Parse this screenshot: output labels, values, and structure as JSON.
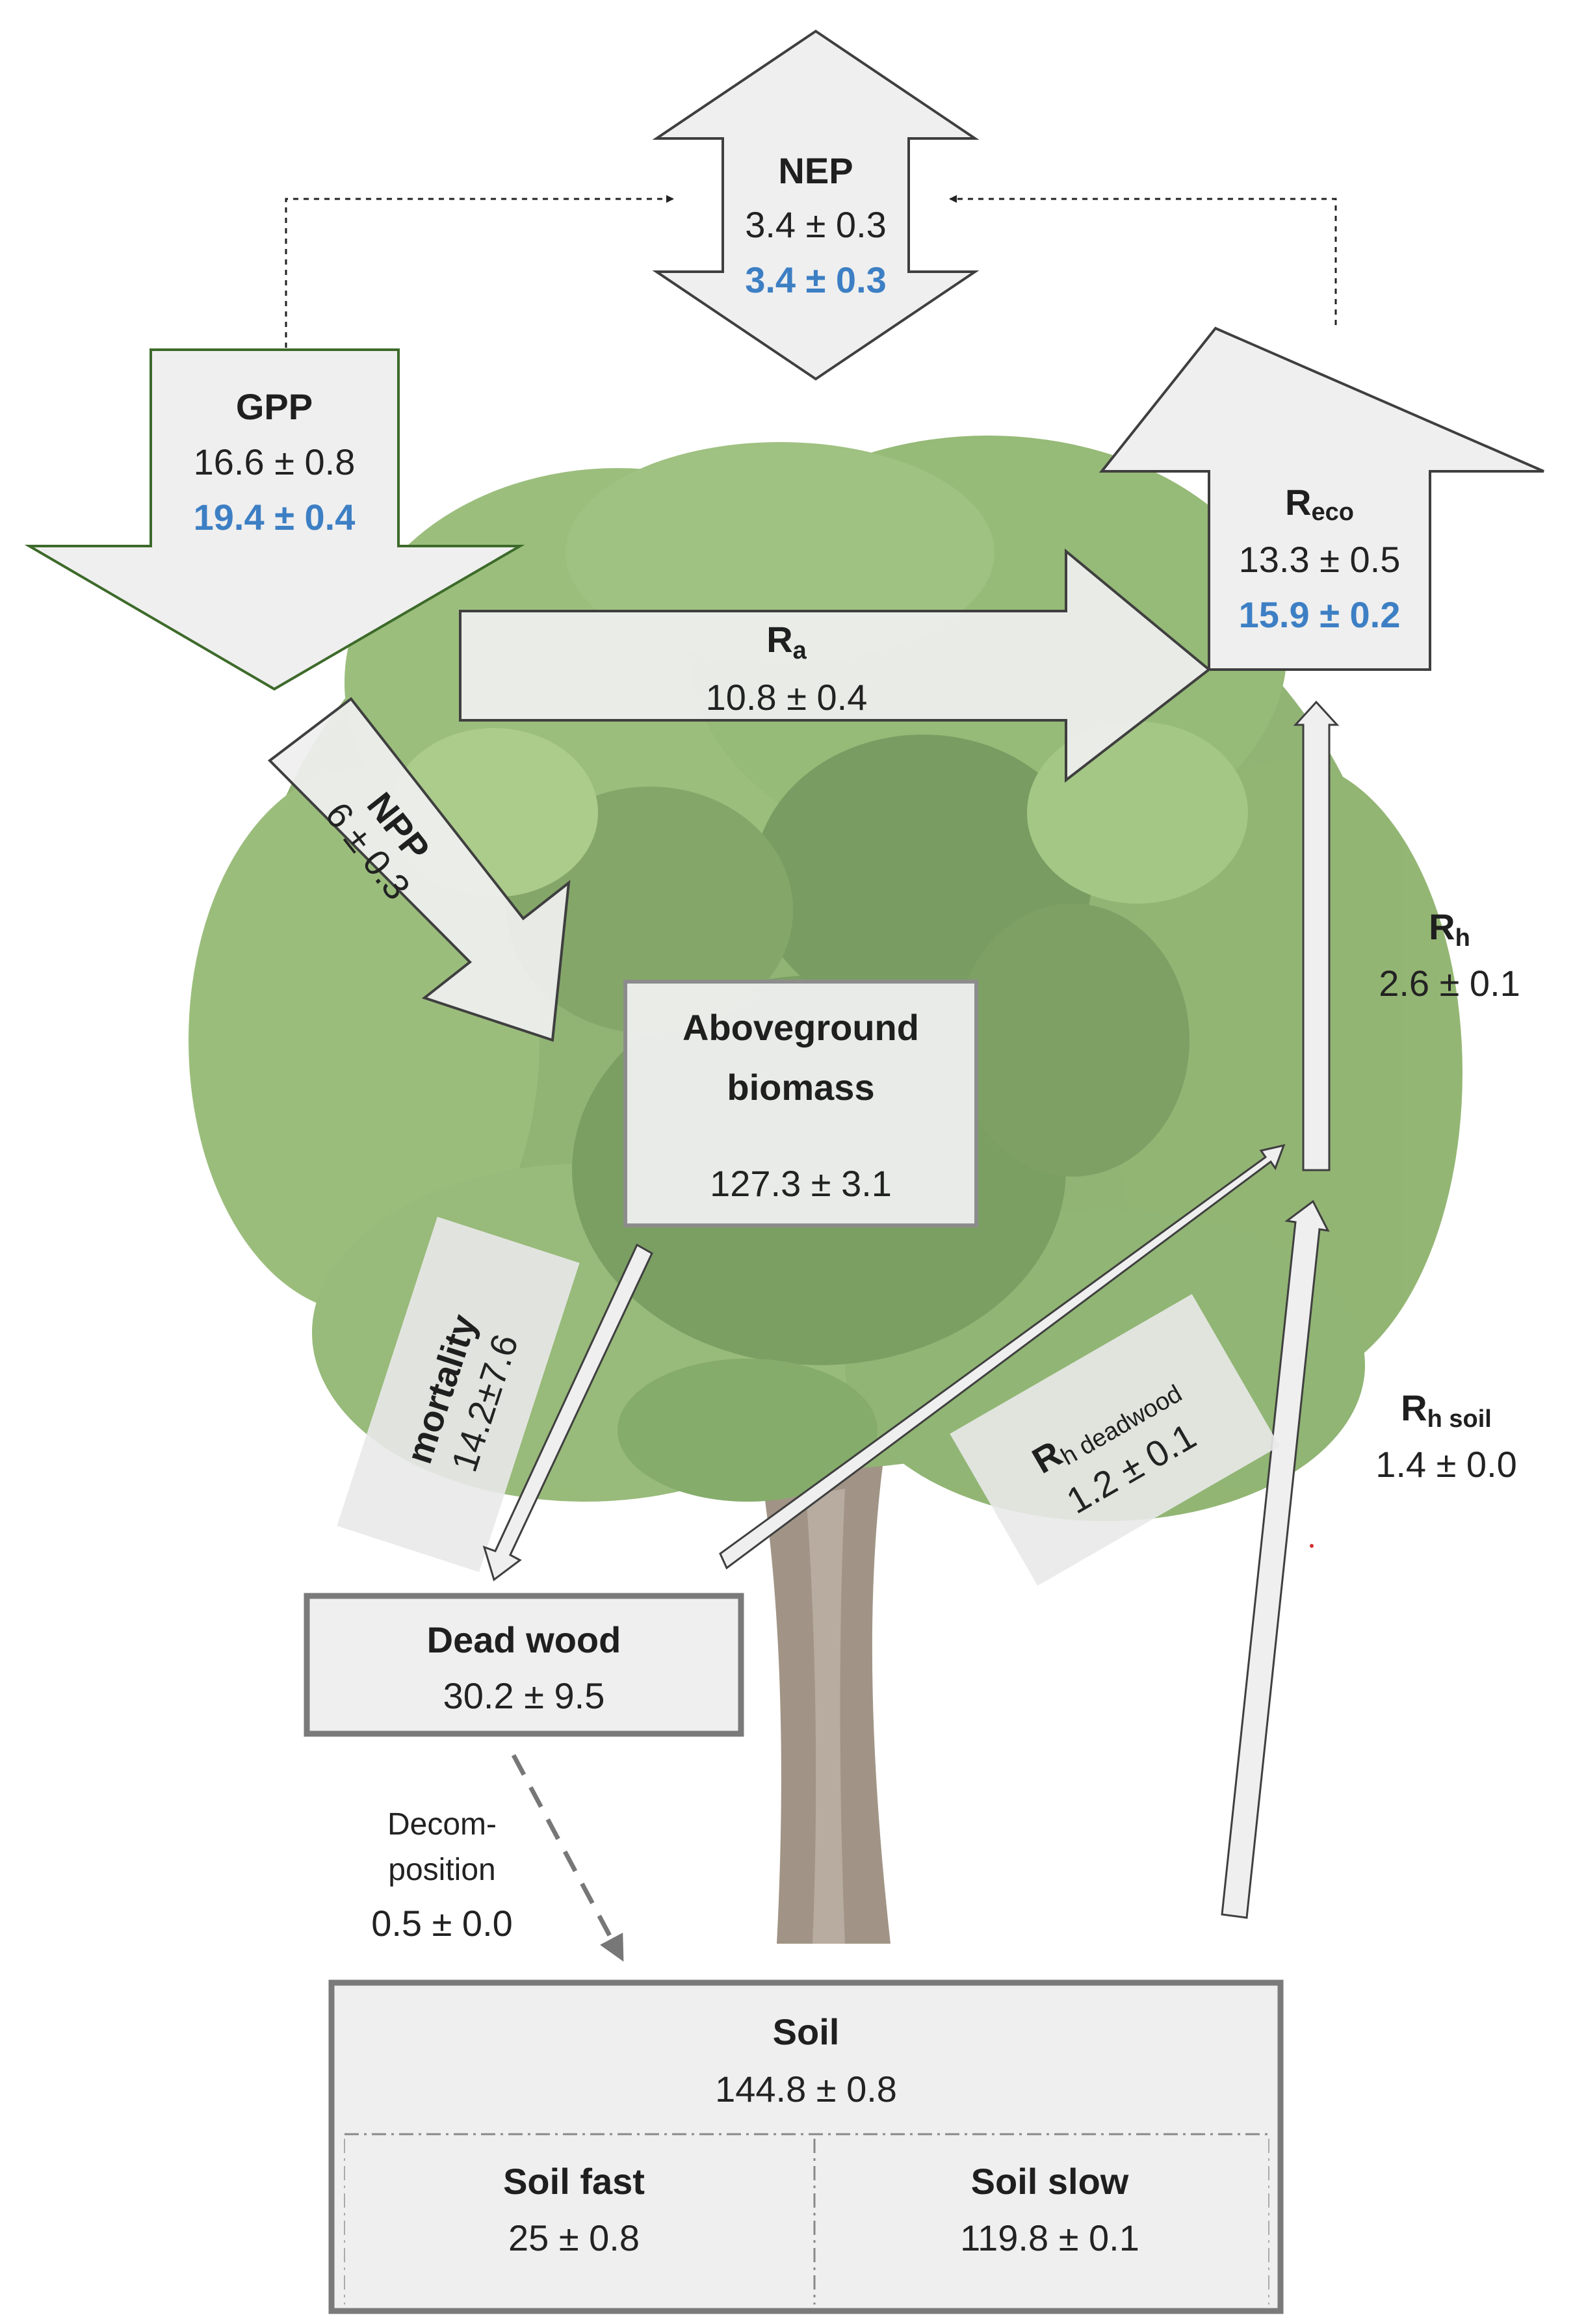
{
  "colors": {
    "box_fill": "#efefef",
    "box_border": "#7a7a7a",
    "arrow_border": "#3f3f3f",
    "gpp_border": "#3d6a2a",
    "highlight_blue": "#3d7fc4",
    "foliage": "#6e9a4e",
    "trunk": "#8a7a6a"
  },
  "nep": {
    "title": "NEP",
    "value": "3.4 ± 0.3",
    "value_alt": "3.4 ± 0.3"
  },
  "gpp": {
    "title": "GPP",
    "value": "16.6 ± 0.8",
    "value_alt": "19.4 ± 0.4"
  },
  "reco": {
    "title": "R",
    "title_sub": "eco",
    "value": "13.3 ± 0.5",
    "value_alt": "15.9 ± 0.2"
  },
  "ra": {
    "title": "R",
    "title_sub": "a",
    "value": "10.8 ± 0.4"
  },
  "npp": {
    "title": "NPP",
    "value": "6 ± 0.3"
  },
  "agb": {
    "title_line1": "Aboveground",
    "title_line2": "biomass",
    "value": "127.3 ± 3.1"
  },
  "rh": {
    "title": "R",
    "title_sub": "h",
    "value": "2.6 ± 0.1"
  },
  "mortality": {
    "title": "mortality",
    "value": "14.2±7.6"
  },
  "rh_deadwood": {
    "title": "R",
    "title_sub": "h deadwood",
    "value": "1.2 ± 0.1"
  },
  "rh_soil": {
    "title": "R",
    "title_sub": "h soil",
    "value": "1.4 ± 0.0"
  },
  "dead_wood": {
    "title": "Dead wood",
    "value": "30.2 ± 9.5"
  },
  "decomposition": {
    "line1": "Decom-",
    "line2": "position",
    "value": "0.5 ± 0.0"
  },
  "soil": {
    "title": "Soil",
    "value": "144.8 ± 0.8"
  },
  "soil_fast": {
    "title": "Soil fast",
    "value": "25 ± 0.8"
  },
  "soil_slow": {
    "title": "Soil slow",
    "value": "119.8 ± 0.1"
  }
}
